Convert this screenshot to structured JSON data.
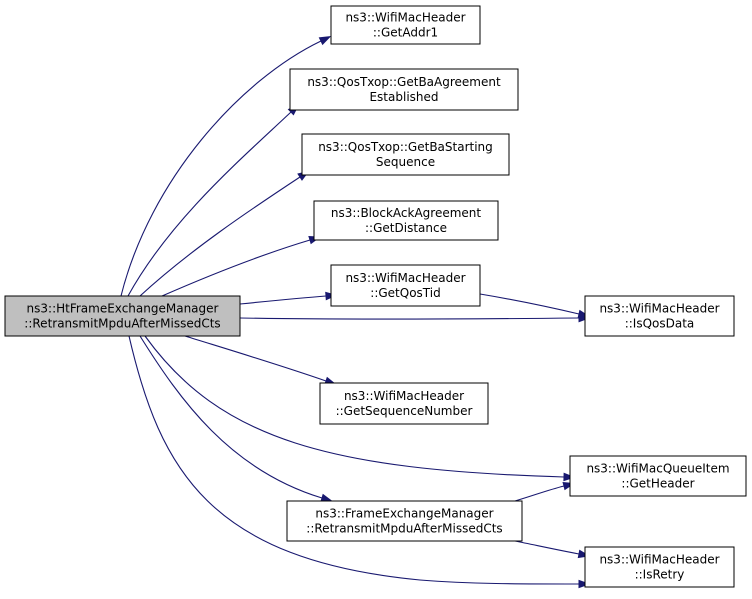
{
  "colors": {
    "root_fill": "#bfbfbf",
    "node_fill": "#ffffff",
    "node_border": "#000000",
    "edge": "#191970"
  },
  "nodes": [
    {
      "id": "root",
      "lines": [
        "ns3::HtFrameExchangeManager",
        "::RetransmitMpduAfterMissedCts"
      ],
      "highlighted": true
    },
    {
      "id": "getaddr1",
      "lines": [
        "ns3::WifiMacHeader",
        "::GetAddr1"
      ]
    },
    {
      "id": "getbaagreement",
      "lines": [
        "ns3::QosTxop::GetBaAgreement",
        "Established"
      ]
    },
    {
      "id": "getbastarting",
      "lines": [
        "ns3::QosTxop::GetBaStarting",
        "Sequence"
      ]
    },
    {
      "id": "getdistance",
      "lines": [
        "ns3::BlockAckAgreement",
        "::GetDistance"
      ]
    },
    {
      "id": "getqostid",
      "lines": [
        "ns3::WifiMacHeader",
        "::GetQosTid"
      ]
    },
    {
      "id": "isqosdata",
      "lines": [
        "ns3::WifiMacHeader",
        "::IsQosData"
      ]
    },
    {
      "id": "getseqnum",
      "lines": [
        "ns3::WifiMacHeader",
        "::GetSequenceNumber"
      ]
    },
    {
      "id": "getheader",
      "lines": [
        "ns3::WifiMacQueueItem",
        "::GetHeader"
      ]
    },
    {
      "id": "fem_retransmit",
      "lines": [
        "ns3::FrameExchangeManager",
        "::RetransmitMpduAfterMissedCts"
      ]
    },
    {
      "id": "isretry",
      "lines": [
        "ns3::WifiMacHeader",
        "::IsRetry"
      ]
    }
  ],
  "edges": [
    {
      "from": "root",
      "to": "getaddr1"
    },
    {
      "from": "root",
      "to": "getbaagreement"
    },
    {
      "from": "root",
      "to": "getbastarting"
    },
    {
      "from": "root",
      "to": "getdistance"
    },
    {
      "from": "root",
      "to": "getqostid"
    },
    {
      "from": "root",
      "to": "isqosdata"
    },
    {
      "from": "root",
      "to": "getseqnum"
    },
    {
      "from": "root",
      "to": "getheader"
    },
    {
      "from": "root",
      "to": "fem_retransmit"
    },
    {
      "from": "root",
      "to": "isretry"
    },
    {
      "from": "getqostid",
      "to": "isqosdata"
    },
    {
      "from": "fem_retransmit",
      "to": "getheader"
    },
    {
      "from": "fem_retransmit",
      "to": "isretry"
    }
  ]
}
